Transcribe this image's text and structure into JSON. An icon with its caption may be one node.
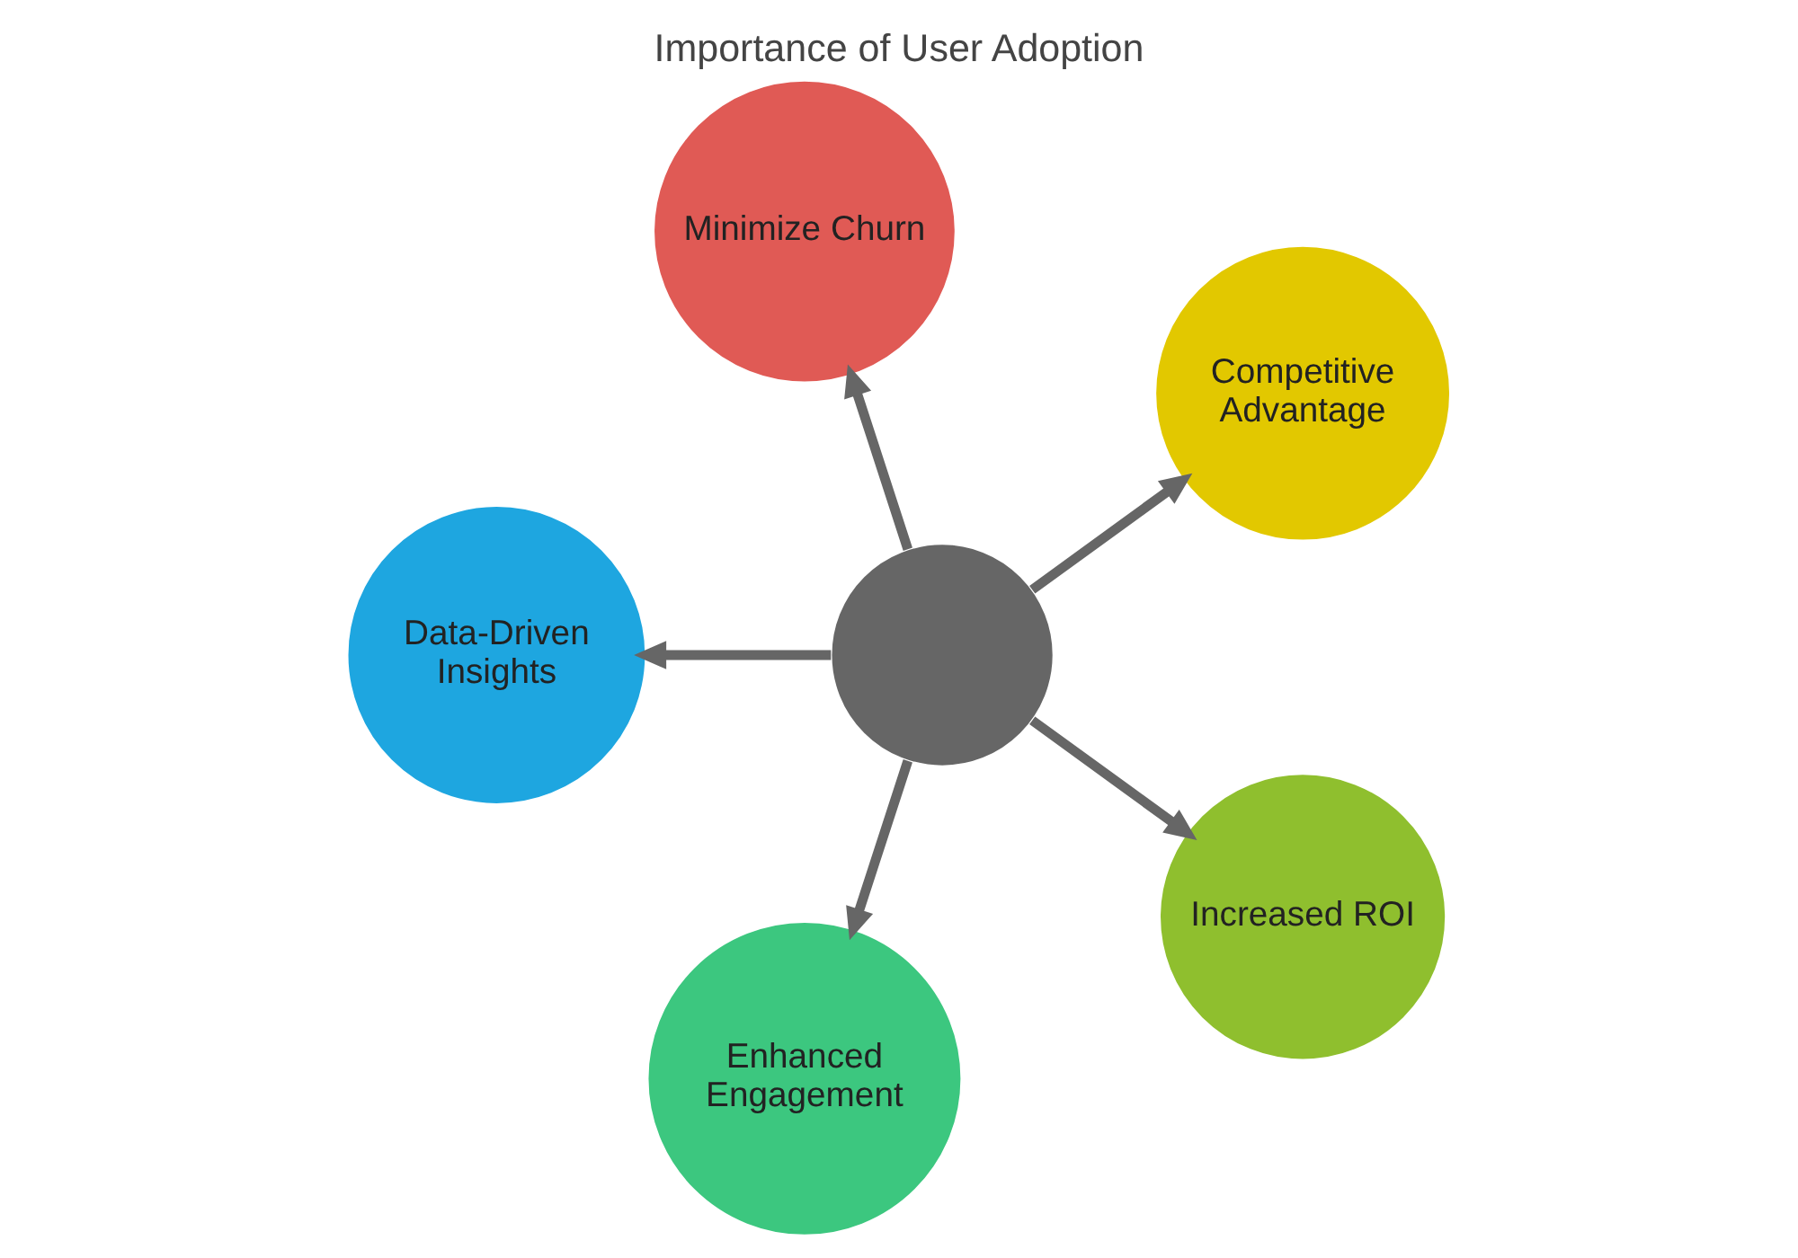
{
  "diagram": {
    "title": "Importance of User Adoption",
    "nodes": [
      {
        "text": [],
        "shape": "circle"
      },
      {
        "text": [
          "Competitive Advantage"
        ]
      },
      {
        "text": [
          "Minimize Churn"
        ]
      },
      {
        "text": [
          "Data-Driven Insights"
        ]
      },
      {
        "text": [
          "Enhanced Engagement"
        ]
      },
      {
        "text": [
          "Increased ROI"
        ]
      }
    ],
    "edges": [
      {
        "from": 0,
        "to": 1,
        "arrow": "to"
      },
      {
        "from": 0,
        "to": 2,
        "arrow": "to"
      },
      {
        "from": 0,
        "to": 3,
        "arrow": "to"
      },
      {
        "from": 0,
        "to": 4,
        "arrow": "to"
      },
      {
        "from": 0,
        "to": 5,
        "arrow": "to"
      }
    ]
  }
}
